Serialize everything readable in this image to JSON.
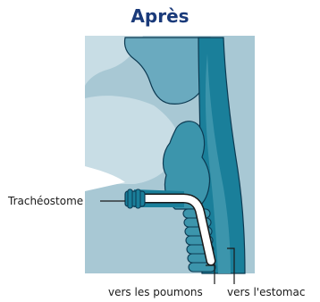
{
  "title": "Après",
  "labels": {
    "tracheostome": "Trachéostome",
    "poumons": "vers les poumons",
    "estomac": "vers l'estomac"
  },
  "colors": {
    "title": "#1a3a7a",
    "background_tissue": "#a8c8d4",
    "light_tissue": "#c8dde5",
    "airway_dark": "#1a7f9a",
    "airway_mid": "#3c95ac",
    "airway_light": "#6aaabf",
    "outline": "#0c3a52",
    "tube": "#ffffff",
    "tube_outline": "#1a1a1a",
    "label_text": "#1a1a1a"
  }
}
